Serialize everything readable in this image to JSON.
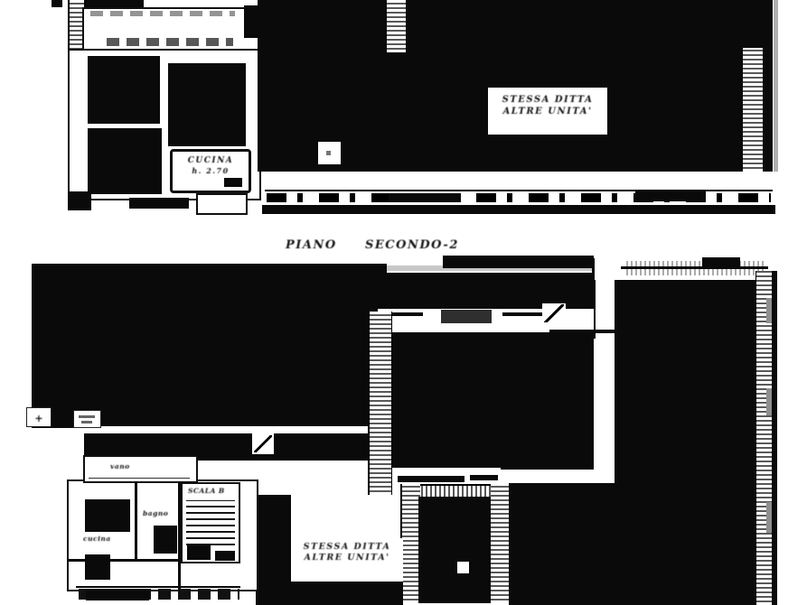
{
  "document": {
    "kind": "scanned cadastral floor plan",
    "colors": {
      "ink": "#0a0a0a",
      "paper": "#ffffff",
      "faint_line": "#c8c8c8"
    }
  },
  "upper_plan": {
    "kitchen_label": {
      "line1": "CUCINA",
      "line2": "h. 2.70"
    },
    "area_label": {
      "line1": "STESSA DITTA",
      "line2": "ALTRE UNITA'"
    }
  },
  "divider": {
    "word1": "PIANO",
    "word2": "SECONDO-2"
  },
  "lower_plan": {
    "area_label": {
      "line1": "STESSA DITTA",
      "line2": "ALTRE UNITA'"
    },
    "unit": {
      "corridor_label": "vano",
      "room_label": "cucina",
      "bath_label": "bagno",
      "stair_label": "SCALA B"
    },
    "symbols": {
      "cross": "+"
    }
  }
}
